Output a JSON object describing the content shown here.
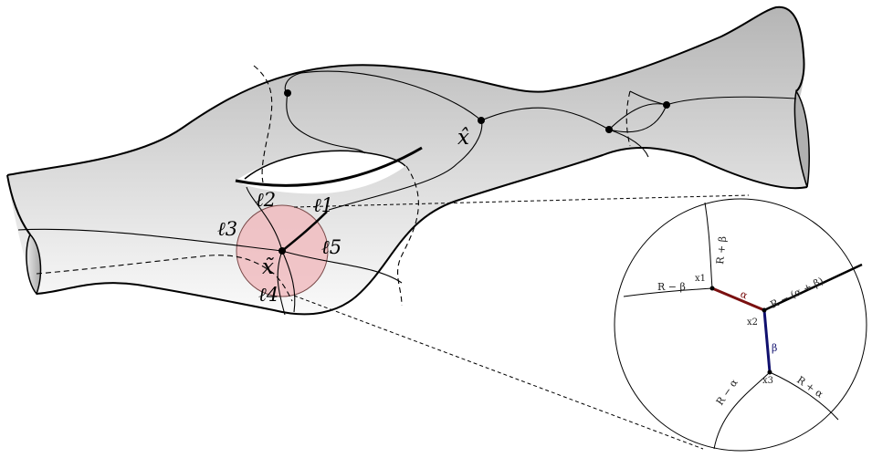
{
  "labels": {
    "l1": "ℓ1",
    "l2": "ℓ2",
    "l3": "ℓ3",
    "l4": "ℓ4",
    "l5": "ℓ5",
    "x_tilde": "x̃",
    "x_hat": "x̂",
    "zoom": {
      "r_plus_beta": "R + β",
      "r_minus_beta": "R − β",
      "r_minus_alpha_beta": "R − (α + β)",
      "alpha": "α",
      "beta": "β",
      "x1": "x1",
      "x2": "x2",
      "x3": "x3",
      "r_minus_alpha": "R − α",
      "r_plus_alpha": "R + α"
    }
  },
  "colors": {
    "surface_top": "#b9b9b9",
    "surface_bottom": "#f7f7f7",
    "disk_fill": "#f0b9bd",
    "alpha_edge": "#7a1010",
    "beta_edge": "#10106e",
    "line": "#000000"
  }
}
